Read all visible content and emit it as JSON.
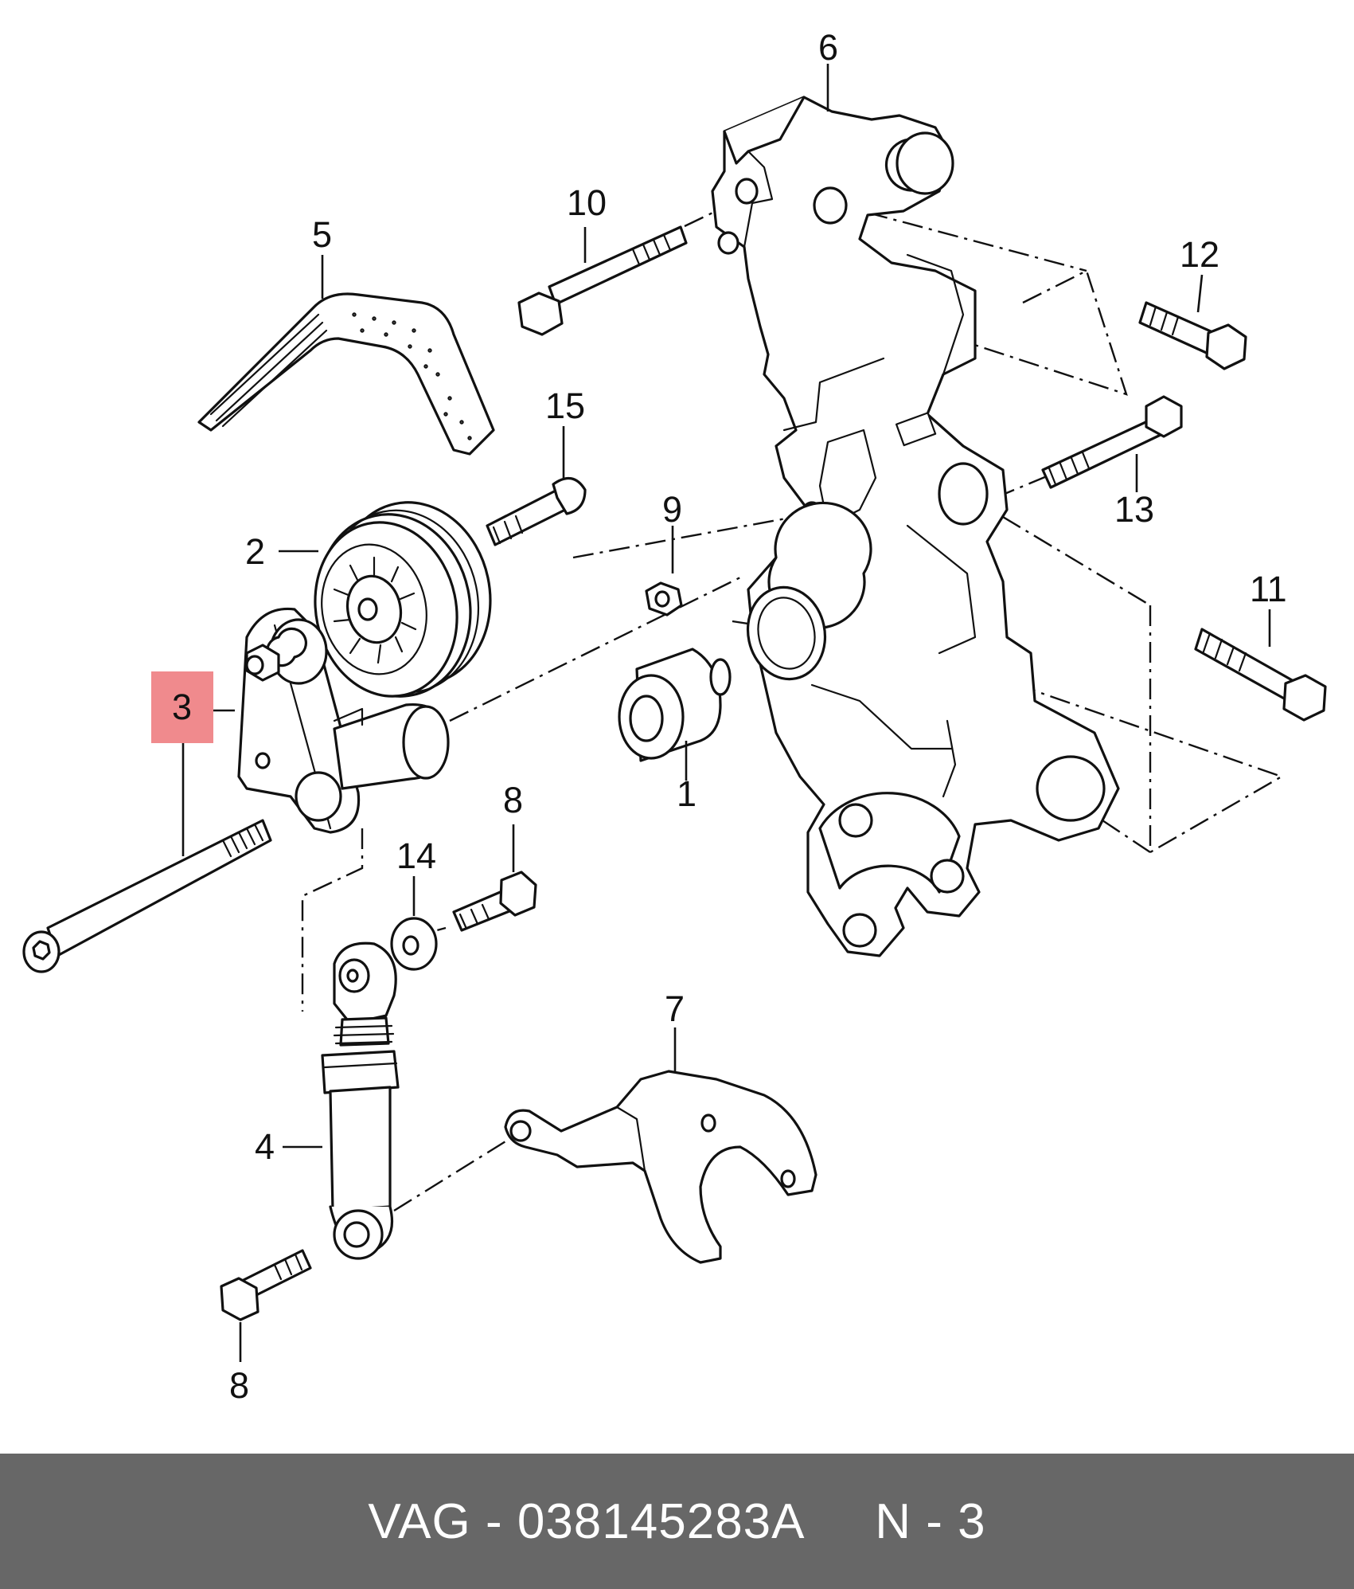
{
  "callouts": [
    {
      "id": "1",
      "label": "1"
    },
    {
      "id": "2",
      "label": "2"
    },
    {
      "id": "3",
      "label": "3",
      "highlighted": true
    },
    {
      "id": "4",
      "label": "4"
    },
    {
      "id": "5",
      "label": "5"
    },
    {
      "id": "6",
      "label": "6"
    },
    {
      "id": "7",
      "label": "7"
    },
    {
      "id": "8a",
      "label": "8"
    },
    {
      "id": "8b",
      "label": "8"
    },
    {
      "id": "9",
      "label": "9"
    },
    {
      "id": "10",
      "label": "10"
    },
    {
      "id": "11",
      "label": "11"
    },
    {
      "id": "12",
      "label": "12"
    },
    {
      "id": "13",
      "label": "13"
    },
    {
      "id": "14",
      "label": "14"
    },
    {
      "id": "15",
      "label": "15"
    }
  ],
  "colors": {
    "highlight": "#f08a8d",
    "footer_bg": "#676767",
    "footer_text": "#ffffff",
    "ink": "#111111"
  },
  "footer": {
    "text": "VAG - 038145283A     N - 3"
  }
}
